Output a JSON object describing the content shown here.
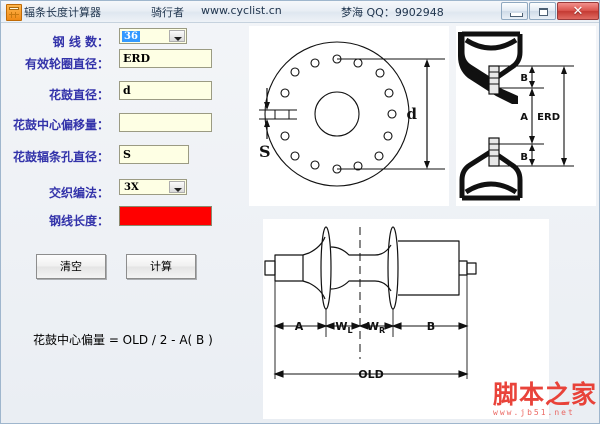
{
  "window": {
    "icon": "calculator-icon",
    "title": "辐条长度计算器",
    "brand": "骑行者",
    "site": "www.cyclist.cn",
    "contact": "梦海 QQ：9902948",
    "buttons": {
      "minimize": "–",
      "maximize": "□",
      "close": "✕"
    }
  },
  "form": {
    "fields": [
      {
        "label": "钢 线 数：",
        "type": "combo",
        "value": "36",
        "selected": true
      },
      {
        "label": "有效轮圈直径：",
        "type": "text",
        "value": "ERD"
      },
      {
        "label": "花鼓直径：",
        "type": "text",
        "value": "d"
      },
      {
        "label": "花鼓中心偏移量：",
        "type": "text",
        "value": ""
      },
      {
        "label": "花鼓辐条孔直径：",
        "type": "text",
        "value": "S"
      },
      {
        "label": "交织编法：",
        "type": "combo",
        "value": "3X",
        "selected": false
      },
      {
        "label": "钢线长度：",
        "type": "result",
        "value": "",
        "color": "#ff0000"
      }
    ],
    "buttons": {
      "clear": "清空",
      "calculate": "计算"
    },
    "formula": "花鼓中心偏量 = OLD / 2 - A( B )"
  },
  "diagrams": {
    "hub_flange": {
      "name": "hub-flange-face-diagram",
      "labels": {
        "diameter": "d",
        "hole": "S"
      },
      "hole_count": 16
    },
    "rim_section": {
      "name": "rim-cross-section-diagram",
      "labels": {
        "erd": "ERD",
        "a": "A",
        "b_top": "B",
        "b_bottom": "B"
      }
    },
    "hub_side": {
      "name": "hub-side-view-diagram",
      "labels": {
        "a": "A",
        "wl": "W",
        "wl_sub": "L",
        "wr": "W",
        "wr_sub": "R",
        "b": "B",
        "old": "OLD"
      }
    }
  },
  "watermark": {
    "text": "脚本之家",
    "url": "www.jb51.net",
    "color": "#e8342a"
  }
}
